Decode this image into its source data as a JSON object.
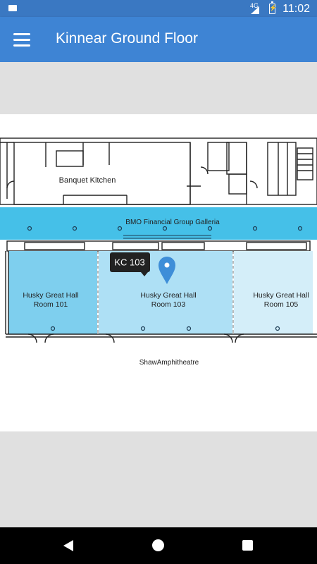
{
  "status_bar": {
    "network": "4G",
    "time": "11:02"
  },
  "app_bar": {
    "title": "Kinnear Ground Floor",
    "menu_icon": "hamburger-menu-icon"
  },
  "map": {
    "rooms": {
      "kitchen": "Banquet Kitchen",
      "galleria": "BMO Financial Group Galleria",
      "hall_101_line1": "Husky Great Hall",
      "hall_101_line2": "Room 101",
      "hall_103_line1": "Husky Great Hall",
      "hall_103_line2": "Room 103",
      "hall_105_line1": "Husky Great Hall",
      "hall_105_line2": "Room 105",
      "amphitheatre": "ShawAmphitheatre"
    },
    "marker": {
      "label": "KC 103",
      "icon": "map-pin-icon",
      "color": "#3e8ed8"
    },
    "colors": {
      "galleria": "#45c0e8",
      "room_101": "#7ecfee",
      "room_103": "#aee0f5",
      "room_105": "#d4eef9"
    }
  },
  "nav_bar": {
    "back_icon": "back-triangle-icon",
    "home_icon": "home-circle-icon",
    "recents_icon": "recents-square-icon"
  }
}
